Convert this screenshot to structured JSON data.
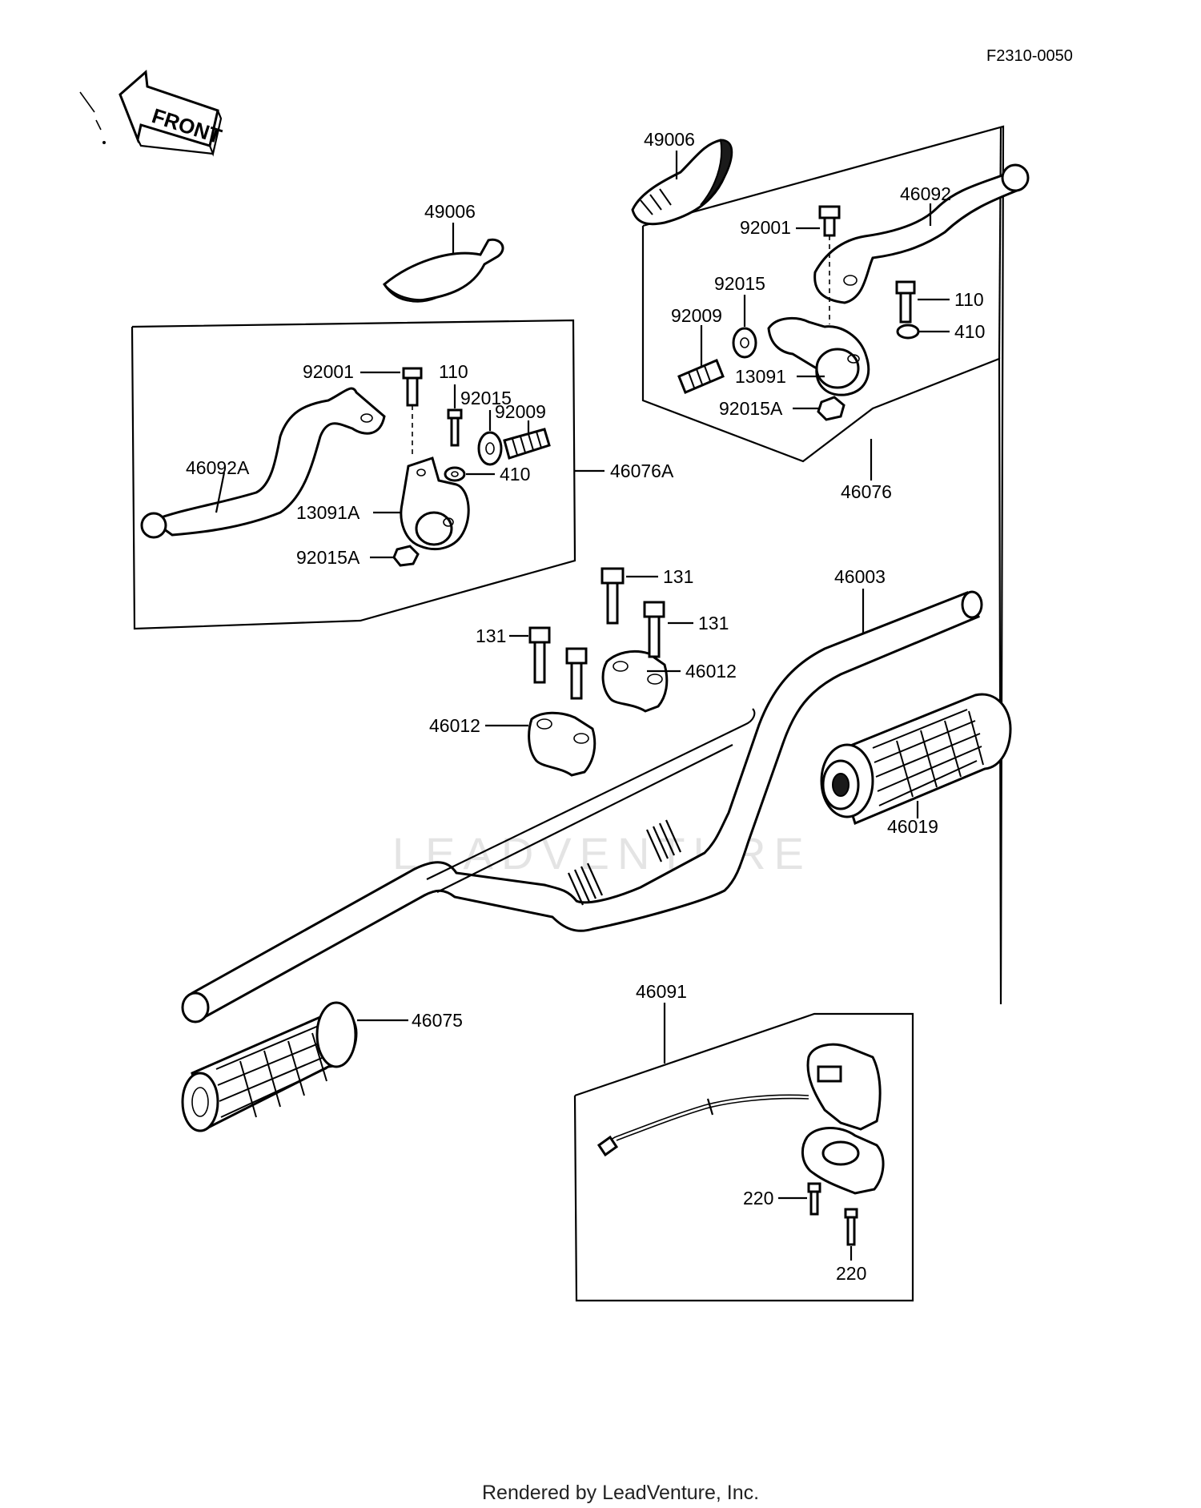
{
  "diagram_code": "F2310-0050",
  "front_arrow_label": "FRONT",
  "watermark": "LEADVENTURE",
  "footer": "Rendered by LeadVenture, Inc.",
  "parts": {
    "p49006_left": "49006",
    "p49006_right": "49006",
    "p92001_left": "92001",
    "p110_left": "110",
    "p92015_left": "92015",
    "p92009_left": "92009",
    "p46092A": "46092A",
    "p410_left": "410",
    "p46076A": "46076A",
    "p13091A": "13091A",
    "p92015A_left": "92015A",
    "p46092": "46092",
    "p92001_right": "92001",
    "p92015_right": "92015",
    "p110_right": "110",
    "p92009_right": "92009",
    "p410_right": "410",
    "p13091": "13091",
    "p92015A_right": "92015A",
    "p46076": "46076",
    "p131_a": "131",
    "p131_b": "131",
    "p131_c": "131",
    "p46003": "46003",
    "p46012_a": "46012",
    "p46012_b": "46012",
    "p46019": "46019",
    "p46075": "46075",
    "p46091": "46091",
    "p220_a": "220",
    "p220_b": "220"
  }
}
